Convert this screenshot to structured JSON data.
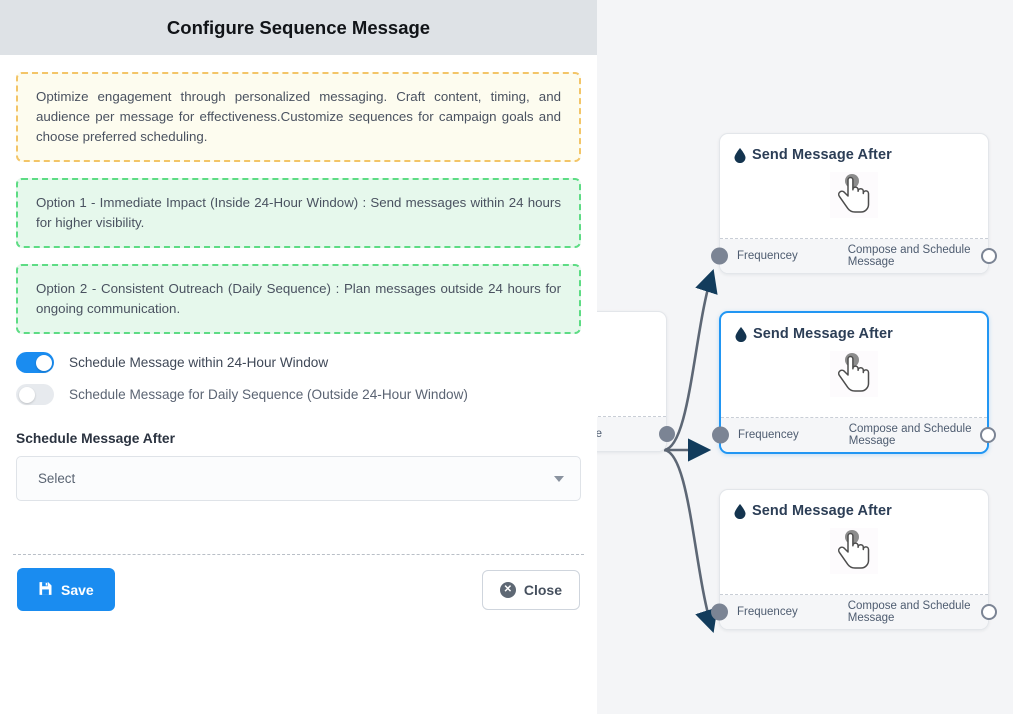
{
  "panel": {
    "header": {
      "title": "Configure Sequence Message"
    },
    "notes": {
      "info": "Optimize engagement through personalized messaging. Craft content, timing, and audience per message for effectiveness.Customize sequences for campaign goals and choose preferred scheduling.",
      "option1": "Option 1 - Immediate Impact (Inside 24-Hour Window) : Send messages within 24 hours for higher visibility.",
      "option2": "Option 2 - Consistent Outreach (Daily Sequence) : Plan messages outside 24 hours for ongoing communication."
    },
    "toggles": [
      {
        "label": "Schedule Message within 24-Hour Window",
        "state": "on"
      },
      {
        "label": "Schedule Message for Daily Sequence (Outside 24-Hour Window)",
        "state": "off"
      }
    ],
    "schedule_field": {
      "label": "Schedule Message After",
      "value": "Select",
      "placeholder": "Select"
    },
    "footer": {
      "save_label": "Save",
      "close_label": "Close",
      "close_glyph": "✕"
    }
  },
  "canvas": {
    "source_node": {
      "footer_compose": "ce Message"
    },
    "nodes": [
      {
        "title": "Send Message After",
        "footer_frequency": "Frequencey",
        "footer_compose": "Compose and Schedule Message",
        "selected": false
      },
      {
        "title": "Send Message After",
        "footer_frequency": "Frequencey",
        "footer_compose": "Compose and Schedule Message",
        "selected": true
      },
      {
        "title": "Send Message After",
        "footer_frequency": "Frequencey",
        "footer_compose": "Compose and Schedule Message",
        "selected": false
      }
    ]
  },
  "colors": {
    "accent": "#1a8cf0",
    "selected_border": "#2196f3",
    "header_bg": "#dee2e6",
    "canvas_bg": "#f4f5f7",
    "info_border": "#f3c568",
    "info_bg": "#fdfcef",
    "green_border": "#5ddc84",
    "green_bg": "#e6f8ec",
    "node_title": "#2c3e56",
    "droplet": "#14344f",
    "port": "#7b8494"
  }
}
